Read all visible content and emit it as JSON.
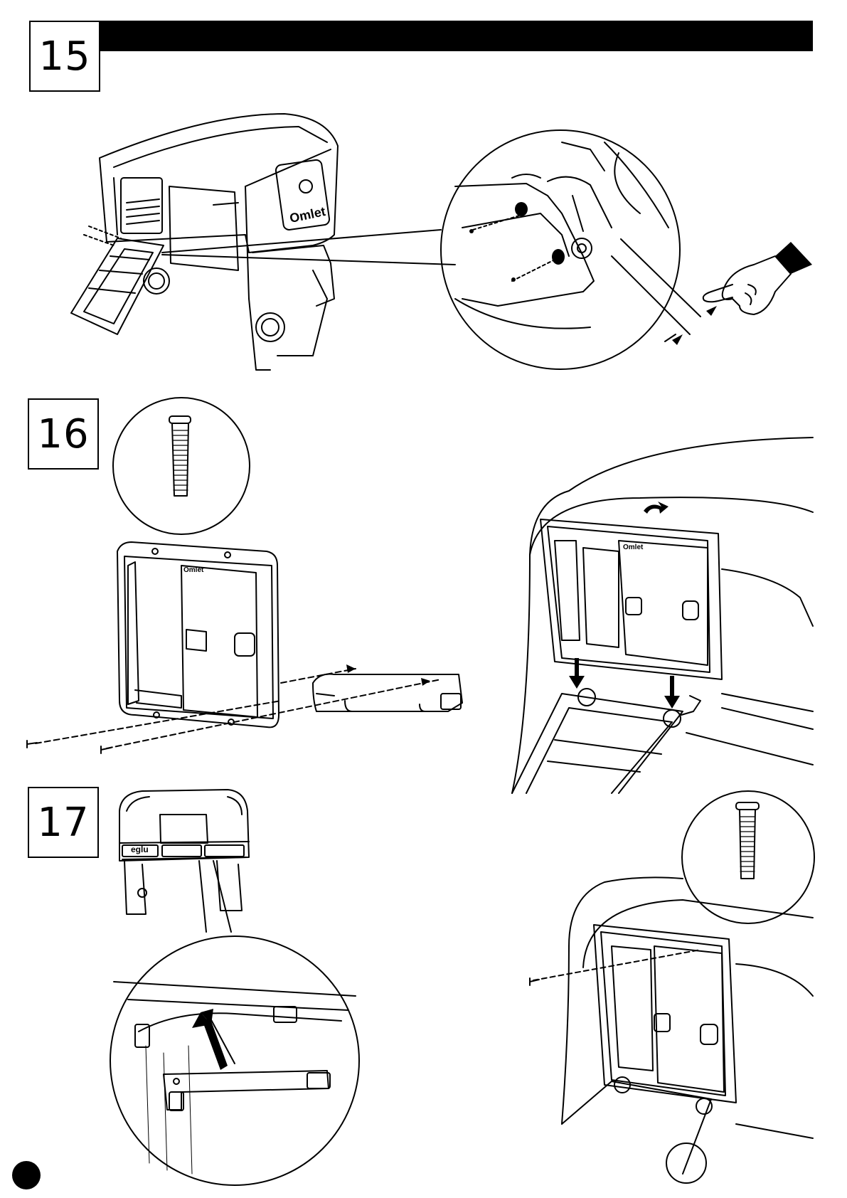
{
  "steps": {
    "s15": {
      "number": "15"
    },
    "s16": {
      "number": "16"
    },
    "s17": {
      "number": "17"
    }
  },
  "labels": {
    "brand": "Omlet",
    "product": "eglu"
  }
}
